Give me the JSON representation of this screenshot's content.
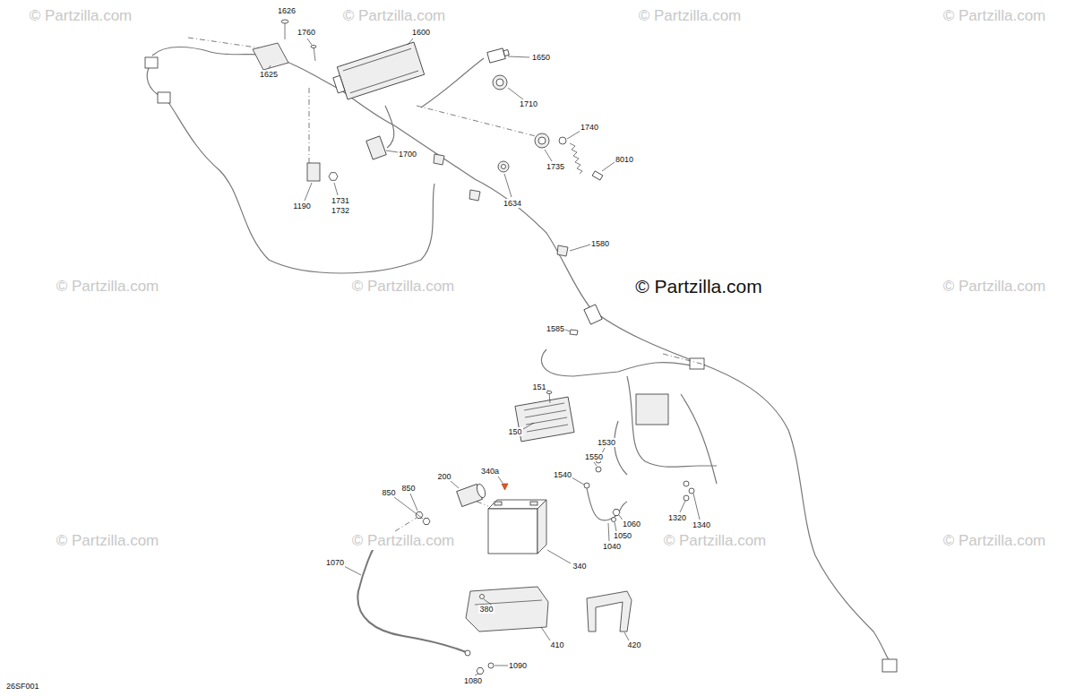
{
  "diagram": {
    "labels": [
      "© Partzilla.com",
      "© Partzilla.com",
      "© Partzilla.com",
      "© Partzilla.com",
      "1626",
      "1760",
      "1600",
      "1650",
      "1625",
      "1710",
      "1740",
      "1700",
      "8010",
      "1735",
      "1731",
      "1634",
      "1190",
      "1732",
      "1580",
      "© Partzilla.com",
      "© Partzilla.com",
      "© Partzilla.com",
      "© Partzilla.com",
      "1585",
      "151",
      "150",
      "1530",
      "1550",
      "340a",
      "1540",
      "200",
      "850",
      "850",
      "1320",
      "1060",
      "1340",
      "1050",
      "© Partzilla.com",
      "© Partzilla.com",
      "© Partzilla.com",
      "© Partzilla.com",
      "1040",
      "1070",
      "340",
      "380",
      "410",
      "420",
      "1090",
      "1080",
      "26SF001"
    ]
  }
}
